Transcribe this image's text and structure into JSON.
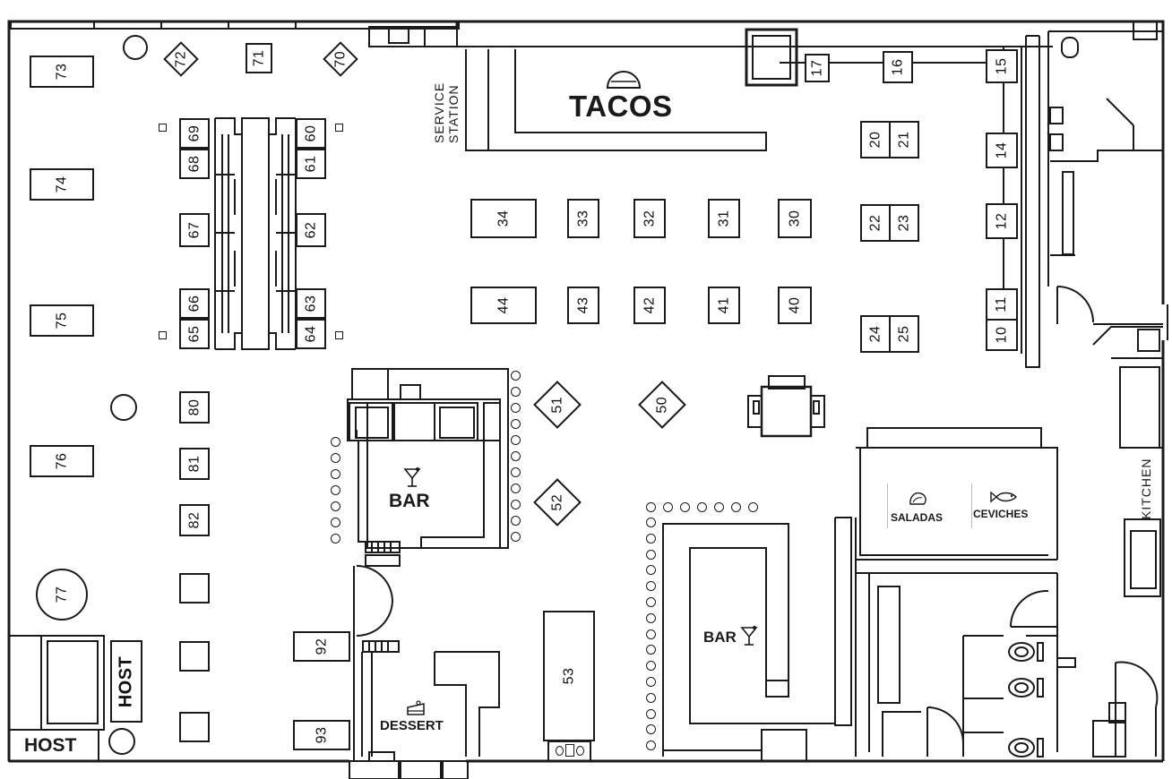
{
  "labels": {
    "tacos": "TACOS",
    "service_station": "SERVICE STATION",
    "service_line1": "SERVICE",
    "service_line2": "STATION",
    "bar_left": "BAR",
    "bar_right": "BAR",
    "dessert": "DESSERT",
    "saladas": "SALADAS",
    "ceviches": "CEVICHES",
    "kitchen": "KITCHEN",
    "host_side": "HOST",
    "host_bottom": "HOST"
  },
  "tables": {
    "t10": "10",
    "t11": "11",
    "t12": "12",
    "t14": "14",
    "t15": "15",
    "t16": "16",
    "t17": "17",
    "t20": "20",
    "t21": "21",
    "t22": "22",
    "t23": "23",
    "t24": "24",
    "t25": "25",
    "t30": "30",
    "t31": "31",
    "t32": "32",
    "t33": "33",
    "t34": "34",
    "t40": "40",
    "t41": "41",
    "t42": "42",
    "t43": "43",
    "t44": "44",
    "t50": "50",
    "t51": "51",
    "t52": "52",
    "t53": "53",
    "t60": "60",
    "t61": "61",
    "t62": "62",
    "t63": "63",
    "t64": "64",
    "t65": "65",
    "t66": "66",
    "t67": "67",
    "t68": "68",
    "t69": "69",
    "t70": "70",
    "t71": "71",
    "t72": "72",
    "t73": "73",
    "t74": "74",
    "t75": "75",
    "t76": "76",
    "t77": "77",
    "t80": "80",
    "t81": "81",
    "t82": "82",
    "t92": "92",
    "t93": "93"
  },
  "icons": {
    "tacos": "taco-icon",
    "bar": "cocktail-icon",
    "dessert": "cake-icon",
    "saladas": "lettuce-icon",
    "ceviches": "fish-icon"
  },
  "colors": {
    "line": "#1a1a1a",
    "background": "#ffffff"
  }
}
